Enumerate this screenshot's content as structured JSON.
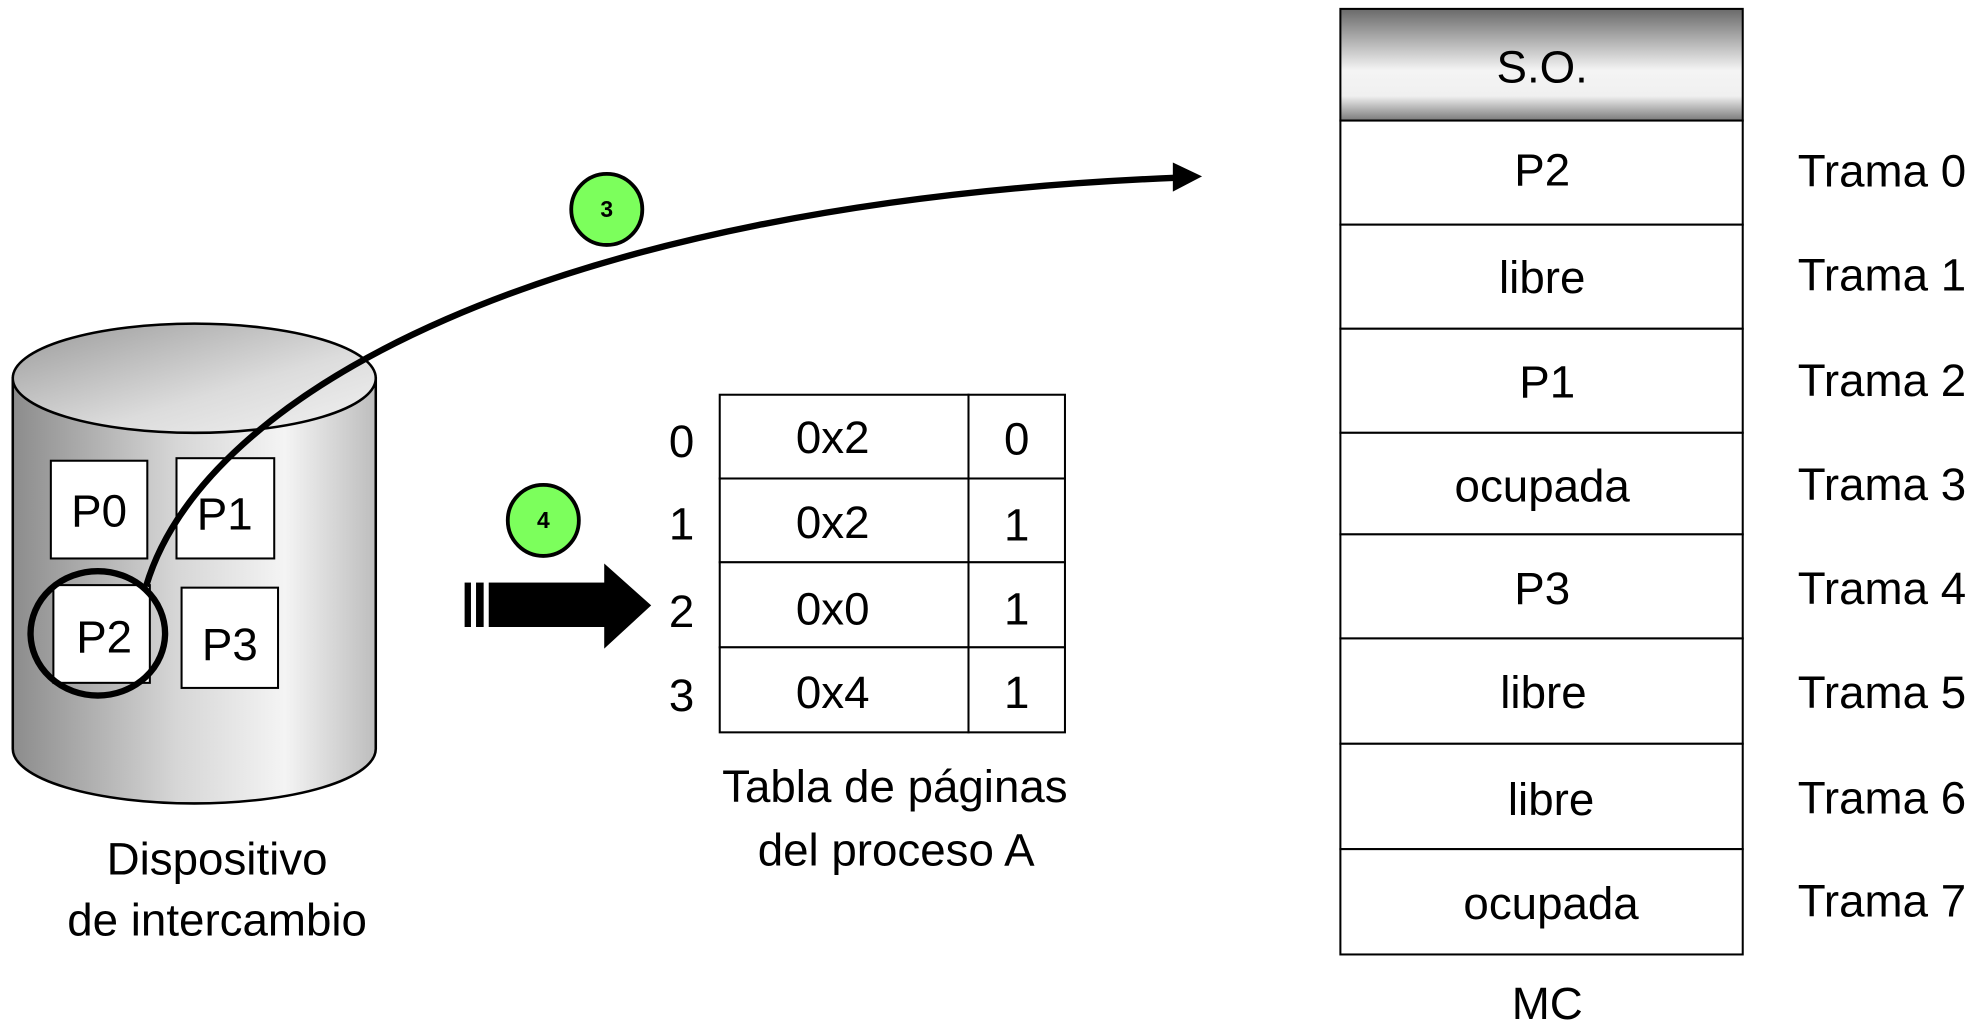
{
  "swap_device": {
    "caption": [
      "Dispositivo",
      "de intercambio"
    ],
    "pages": [
      "P0",
      "P1",
      "P2",
      "P3"
    ]
  },
  "steps": [
    "3",
    "4"
  ],
  "page_table": {
    "caption": [
      "Tabla de páginas",
      "del proceso A"
    ],
    "rows": [
      {
        "index": "0",
        "frame": "0x2",
        "valid": "0"
      },
      {
        "index": "1",
        "frame": "0x2",
        "valid": "1"
      },
      {
        "index": "2",
        "frame": "0x0",
        "valid": "1"
      },
      {
        "index": "3",
        "frame": "0x4",
        "valid": "1"
      }
    ]
  },
  "main_memory": {
    "label": "MC",
    "os_region": "S.O.",
    "frames": [
      {
        "content": "P2",
        "label": "Trama 0"
      },
      {
        "content": "libre",
        "label": "Trama 1"
      },
      {
        "content": "P1",
        "label": "Trama 2"
      },
      {
        "content": "ocupada",
        "label": "Trama 3"
      },
      {
        "content": "P3",
        "label": "Trama 4"
      },
      {
        "content": "libre",
        "label": "Trama 5"
      },
      {
        "content": "libre",
        "label": "Trama 6"
      },
      {
        "content": "ocupada",
        "label": "Trama 7"
      }
    ]
  },
  "colors": {
    "step_badge": "#7CFF5C",
    "ink": "#000000"
  }
}
